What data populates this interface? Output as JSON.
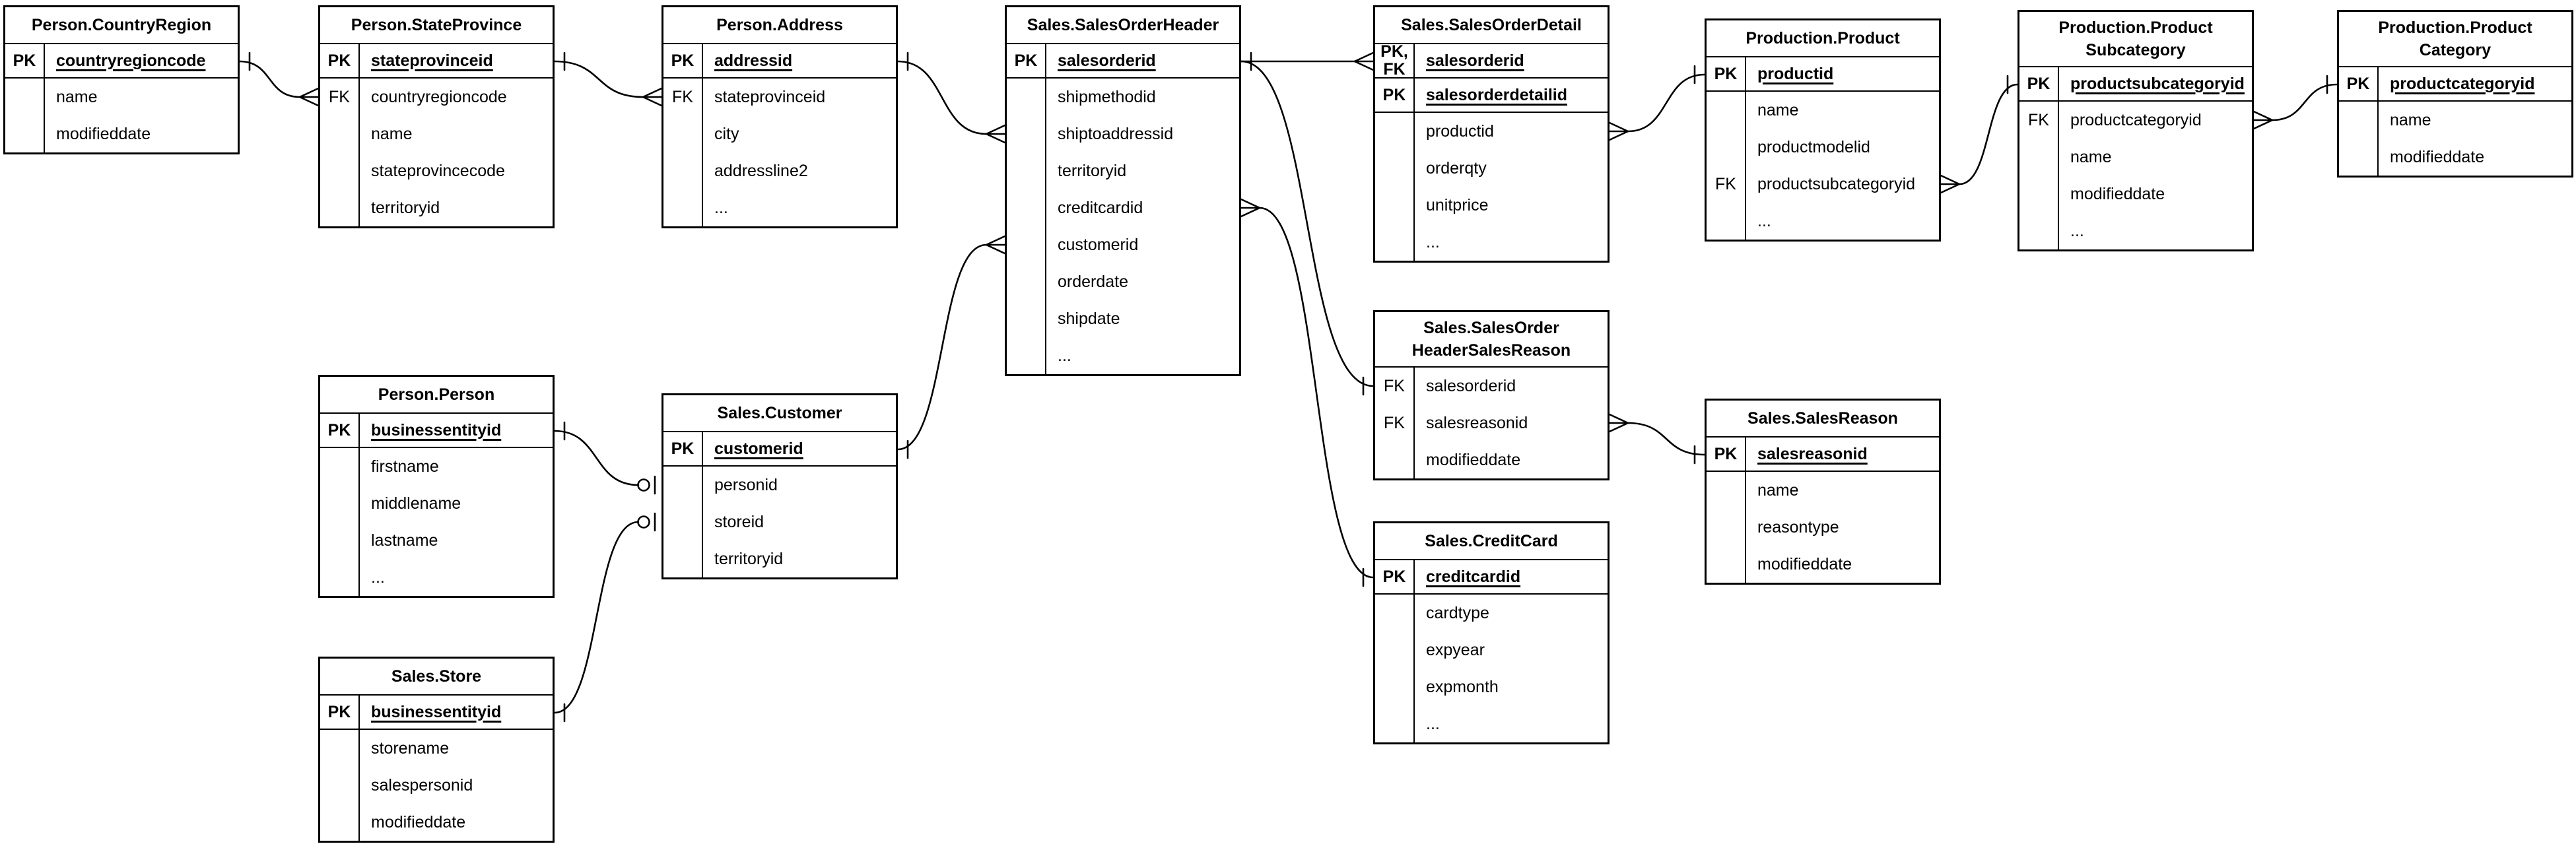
{
  "diagram": {
    "colors": {
      "line": "#000000",
      "background": "#ffffff",
      "text": "#000000"
    },
    "tables": [
      {
        "id": "person_countryregion",
        "title": "Person.CountryRegion",
        "pk_rows": [
          {
            "key": "PK",
            "name": "countryregioncode"
          }
        ],
        "attr_rows": [
          {
            "key": "",
            "name": "name"
          },
          {
            "key": "",
            "name": "modifieddate"
          }
        ]
      },
      {
        "id": "person_stateprovince",
        "title": "Person.StateProvince",
        "pk_rows": [
          {
            "key": "PK",
            "name": "stateprovinceid"
          }
        ],
        "attr_rows": [
          {
            "key": "FK",
            "name": "countryregioncode"
          },
          {
            "key": "",
            "name": "name"
          },
          {
            "key": "",
            "name": "stateprovincecode"
          },
          {
            "key": "",
            "name": "territoryid"
          }
        ]
      },
      {
        "id": "person_address",
        "title": "Person.Address",
        "pk_rows": [
          {
            "key": "PK",
            "name": "addressid"
          }
        ],
        "attr_rows": [
          {
            "key": "FK",
            "name": "stateprovinceid"
          },
          {
            "key": "",
            "name": "city"
          },
          {
            "key": "",
            "name": "addressline2"
          },
          {
            "key": "",
            "name": "..."
          }
        ]
      },
      {
        "id": "sales_salesorderheader",
        "title": "Sales.SalesOrderHeader",
        "pk_rows": [
          {
            "key": "PK",
            "name": "salesorderid"
          }
        ],
        "attr_rows": [
          {
            "key": "",
            "name": "shipmethodid"
          },
          {
            "key": "",
            "name": "shiptoaddressid"
          },
          {
            "key": "",
            "name": "territoryid"
          },
          {
            "key": "",
            "name": "creditcardid"
          },
          {
            "key": "",
            "name": "customerid"
          },
          {
            "key": "",
            "name": "orderdate"
          },
          {
            "key": "",
            "name": "shipdate"
          },
          {
            "key": "",
            "name": "..."
          }
        ]
      },
      {
        "id": "sales_salesorderdetail",
        "title": "Sales.SalesOrderDetail",
        "pk_rows": [
          {
            "key": "PK,\nFK",
            "name": "salesorderid"
          },
          {
            "key": "PK",
            "name": "salesorderdetailid"
          }
        ],
        "attr_rows": [
          {
            "key": "",
            "name": "productid"
          },
          {
            "key": "",
            "name": "orderqty"
          },
          {
            "key": "",
            "name": "unitprice"
          },
          {
            "key": "",
            "name": "..."
          }
        ]
      },
      {
        "id": "production_product",
        "title": "Production.Product",
        "pk_rows": [
          {
            "key": "PK",
            "name": "productid"
          }
        ],
        "attr_rows": [
          {
            "key": "",
            "name": "name"
          },
          {
            "key": "",
            "name": "productmodelid"
          },
          {
            "key": "FK",
            "name": "productsubcategoryid"
          },
          {
            "key": "",
            "name": "..."
          }
        ]
      },
      {
        "id": "production_productsubcategory",
        "title": "Production.Product\nSubcategory",
        "pk_rows": [
          {
            "key": "PK",
            "name": "productsubcategoryid"
          }
        ],
        "attr_rows": [
          {
            "key": "FK",
            "name": "productcategoryid"
          },
          {
            "key": "",
            "name": "name"
          },
          {
            "key": "",
            "name": "modifieddate"
          },
          {
            "key": "",
            "name": "..."
          }
        ]
      },
      {
        "id": "production_productcategory",
        "title": "Production.Product\nCategory",
        "pk_rows": [
          {
            "key": "PK",
            "name": "productcategoryid"
          }
        ],
        "attr_rows": [
          {
            "key": "",
            "name": "name"
          },
          {
            "key": "",
            "name": "modifieddate"
          }
        ]
      },
      {
        "id": "person_person",
        "title": "Person.Person",
        "pk_rows": [
          {
            "key": "PK",
            "name": "businessentityid"
          }
        ],
        "attr_rows": [
          {
            "key": "",
            "name": "firstname"
          },
          {
            "key": "",
            "name": "middlename"
          },
          {
            "key": "",
            "name": "lastname"
          },
          {
            "key": "",
            "name": "..."
          }
        ]
      },
      {
        "id": "sales_customer",
        "title": "Sales.Customer",
        "pk_rows": [
          {
            "key": "PK",
            "name": "customerid"
          }
        ],
        "attr_rows": [
          {
            "key": "",
            "name": "personid"
          },
          {
            "key": "",
            "name": "storeid"
          },
          {
            "key": "",
            "name": "territoryid"
          }
        ]
      },
      {
        "id": "sales_store",
        "title": "Sales.Store",
        "pk_rows": [
          {
            "key": "PK",
            "name": "businessentityid"
          }
        ],
        "attr_rows": [
          {
            "key": "",
            "name": "storename"
          },
          {
            "key": "",
            "name": "salespersonid"
          },
          {
            "key": "",
            "name": "modifieddate"
          }
        ]
      },
      {
        "id": "sales_salesorderheadersalesreason",
        "title": "Sales.SalesOrder\nHeaderSalesReason",
        "pk_rows": [],
        "attr_rows": [
          {
            "key": "FK",
            "name": "salesorderid"
          },
          {
            "key": "FK",
            "name": "salesreasonid"
          },
          {
            "key": "",
            "name": "modifieddate"
          }
        ]
      },
      {
        "id": "sales_salesreason",
        "title": "Sales.SalesReason",
        "pk_rows": [
          {
            "key": "PK",
            "name": "salesreasonid"
          }
        ],
        "attr_rows": [
          {
            "key": "",
            "name": "name"
          },
          {
            "key": "",
            "name": "reasontype"
          },
          {
            "key": "",
            "name": "modifieddate"
          }
        ]
      },
      {
        "id": "sales_creditcard",
        "title": "Sales.CreditCard",
        "pk_rows": [
          {
            "key": "PK",
            "name": "creditcardid"
          }
        ],
        "attr_rows": [
          {
            "key": "",
            "name": "cardtype"
          },
          {
            "key": "",
            "name": "expyear"
          },
          {
            "key": "",
            "name": "expmonth"
          },
          {
            "key": "",
            "name": "..."
          }
        ]
      }
    ],
    "relationships": [
      {
        "id": "countryregion-stateprovince",
        "from": {
          "table": "person_countryregion",
          "row": "countryregioncode",
          "side": "right",
          "marker": "one"
        },
        "to": {
          "table": "person_stateprovince",
          "row": "countryregioncode",
          "side": "left",
          "marker": "many"
        }
      },
      {
        "id": "stateprovince-address",
        "from": {
          "table": "person_stateprovince",
          "row": "stateprovinceid",
          "side": "right",
          "marker": "one"
        },
        "to": {
          "table": "person_address",
          "row": "stateprovinceid",
          "side": "left",
          "marker": "many"
        }
      },
      {
        "id": "address-salesorderheader",
        "from": {
          "table": "person_address",
          "row": "addressid",
          "side": "right",
          "marker": "one"
        },
        "to": {
          "table": "sales_salesorderheader",
          "row": "shiptoaddressid",
          "side": "left",
          "marker": "many"
        }
      },
      {
        "id": "person-customer",
        "from": {
          "table": "person_person",
          "row": "businessentityid",
          "side": "right",
          "marker": "one"
        },
        "to": {
          "table": "sales_customer",
          "row": "personid",
          "side": "left",
          "marker": "zero-one"
        }
      },
      {
        "id": "store-customer",
        "from": {
          "table": "sales_store",
          "row": "businessentityid",
          "side": "right",
          "marker": "one"
        },
        "to": {
          "table": "sales_customer",
          "row": "storeid",
          "side": "left",
          "marker": "zero-one"
        }
      },
      {
        "id": "customer-salesorderheader",
        "from": {
          "table": "sales_customer",
          "row": "customerid",
          "side": "right",
          "marker": "one"
        },
        "to": {
          "table": "sales_salesorderheader",
          "row": "customerid",
          "side": "left",
          "marker": "many"
        }
      },
      {
        "id": "salesorderheader-salesorderdetail",
        "from": {
          "table": "sales_salesorderheader",
          "row": "salesorderid",
          "side": "right",
          "marker": "one"
        },
        "to": {
          "table": "sales_salesorderdetail",
          "row": "salesorderid",
          "side": "left",
          "marker": "many"
        }
      },
      {
        "id": "salesorderheader-headersalesreason",
        "from": {
          "table": "sales_salesorderheader",
          "row": "salesorderid",
          "side": "right",
          "marker": "none"
        },
        "to": {
          "table": "sales_salesorderheadersalesreason",
          "row": "salesorderid",
          "side": "left",
          "marker": "one"
        }
      },
      {
        "id": "salesorderheader-creditcard",
        "from": {
          "table": "sales_salesorderheader",
          "row": "creditcardid",
          "side": "right",
          "marker": "many"
        },
        "to": {
          "table": "sales_creditcard",
          "row": "creditcardid",
          "side": "left",
          "marker": "one"
        }
      },
      {
        "id": "salesorderdetail-product",
        "from": {
          "table": "sales_salesorderdetail",
          "row": "productid",
          "side": "right",
          "marker": "many"
        },
        "to": {
          "table": "production_product",
          "row": "productid",
          "side": "left",
          "marker": "one"
        }
      },
      {
        "id": "product-productsubcategory",
        "from": {
          "table": "production_product",
          "row": "productsubcategoryid",
          "side": "right",
          "marker": "many"
        },
        "to": {
          "table": "production_productsubcategory",
          "row": "productsubcategoryid",
          "side": "left",
          "marker": "one"
        }
      },
      {
        "id": "productsubcategory-productcategory",
        "from": {
          "table": "production_productsubcategory",
          "row": "productcategoryid",
          "side": "right",
          "marker": "many"
        },
        "to": {
          "table": "production_productcategory",
          "row": "productcategoryid",
          "side": "left",
          "marker": "one"
        }
      },
      {
        "id": "headersalesreason-salesreason",
        "from": {
          "table": "sales_salesorderheadersalesreason",
          "row": "salesreasonid",
          "side": "right",
          "marker": "many"
        },
        "to": {
          "table": "sales_salesreason",
          "row": "salesreasonid",
          "side": "left",
          "marker": "one"
        }
      }
    ]
  }
}
